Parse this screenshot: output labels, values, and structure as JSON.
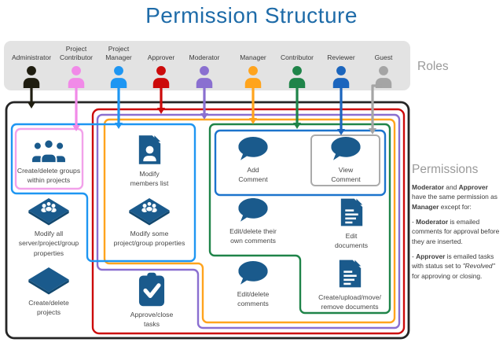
{
  "title": "Permission Structure",
  "colors": {
    "title_blue": "#1e6ba8",
    "icon_blue": "#1a5a8c",
    "icon_blue_dark": "#12486f",
    "roles_band_gray": "#e3e3e3",
    "side_heading_gray": "#9a9a9a",
    "label_text": "#474747",
    "note_text": "#3b3b3b",
    "outer_box_black": "#252525",
    "group_box_pink": "#f2a1ea",
    "comment_box_blue": "#1c74cd",
    "view_comment_box_gray": "#ababab"
  },
  "roles": {
    "heading": "Roles",
    "items": [
      {
        "label": "Administrator",
        "color": "#1f1d10"
      },
      {
        "label": "Project Contributor",
        "color": "#f18ae8"
      },
      {
        "label": "Project Manager",
        "color": "#1e96f2"
      },
      {
        "label": "Approver",
        "color": "#cc0a0a"
      },
      {
        "label": "Moderator",
        "color": "#8a6fd0"
      },
      {
        "label": "Manager",
        "color": "#ffa41d"
      },
      {
        "label": "Contributor",
        "color": "#1f8449"
      },
      {
        "label": "Reviewer",
        "color": "#1b65bd"
      },
      {
        "label": "Guest",
        "color": "#a5a5a5"
      }
    ]
  },
  "permissions_panel": {
    "heading": "Permissions",
    "paragraphs": [
      "**Moderator** and **Approver** have the same permission as **Manager** except for:",
      "- **Moderator** is emailed comments for approval before they are inserted.",
      "- **Approver** is emailed tasks with status set to *\"Revolved\"* for approving or closing."
    ]
  },
  "diagram": {
    "items": [
      {
        "id": "create-delete-groups",
        "label": "Create/delete groups\nwithin projects",
        "icon": "people-group-icon"
      },
      {
        "id": "modify-members-list",
        "label": "Modify\nmembers list",
        "icon": "member-document-icon"
      },
      {
        "id": "add-comment",
        "label": "Add\nComment",
        "icon": "speech-bubble-icon"
      },
      {
        "id": "view-comment",
        "label": "View\nComment",
        "icon": "speech-bubble-icon"
      },
      {
        "id": "modify-all-properties",
        "label": "Modify all\nserver/project/group\nproperties",
        "icon": "board-people-icon"
      },
      {
        "id": "modify-some-properties",
        "label": "Modify some\nproject/group properties",
        "icon": "board-people-icon"
      },
      {
        "id": "edit-delete-own-comments",
        "label": "Edit/delete their\nown comments",
        "icon": "speech-bubble-icon"
      },
      {
        "id": "edit-documents",
        "label": "Edit\ndocuments",
        "icon": "document-lines-icon"
      },
      {
        "id": "create-delete-projects",
        "label": "Create/delete\nprojects",
        "icon": "board-icon"
      },
      {
        "id": "approve-close-tasks",
        "label": "Approve/close\ntasks",
        "icon": "clipboard-check-icon"
      },
      {
        "id": "edit-delete-comments",
        "label": "Edit/delete\ncomments",
        "icon": "speech-bubble-icon"
      },
      {
        "id": "create-upload-move-remove-documents",
        "label": "Create/upload/move/\nremove documents",
        "icon": "document-lines-icon"
      }
    ]
  }
}
